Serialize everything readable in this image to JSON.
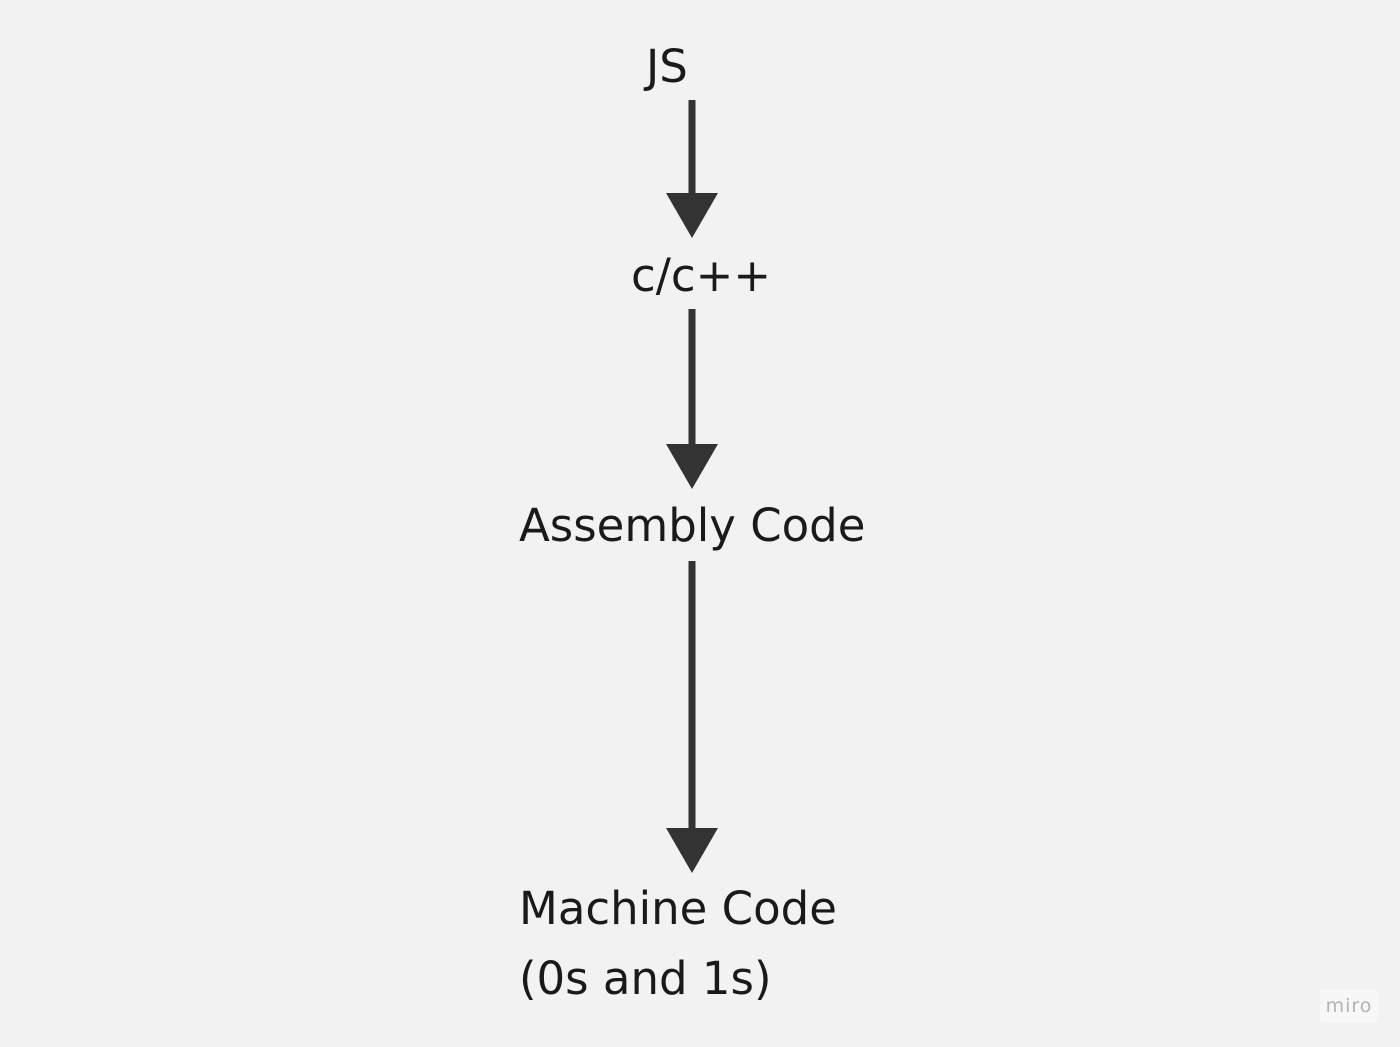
{
  "diagram": {
    "nodes": [
      {
        "id": "js",
        "label": "JS"
      },
      {
        "id": "cpp",
        "label": "c/c++"
      },
      {
        "id": "asm",
        "label": "Assembly Code"
      },
      {
        "id": "machine",
        "label": "Machine Code\n(0s and 1s)"
      }
    ],
    "edges": [
      {
        "from": "js",
        "to": "cpp"
      },
      {
        "from": "cpp",
        "to": "asm"
      },
      {
        "from": "asm",
        "to": "machine"
      }
    ],
    "colors": {
      "background": "#f2f2f2",
      "arrow": "#333333",
      "text": "#1a1a1a"
    }
  },
  "watermark": {
    "text": "miro"
  }
}
